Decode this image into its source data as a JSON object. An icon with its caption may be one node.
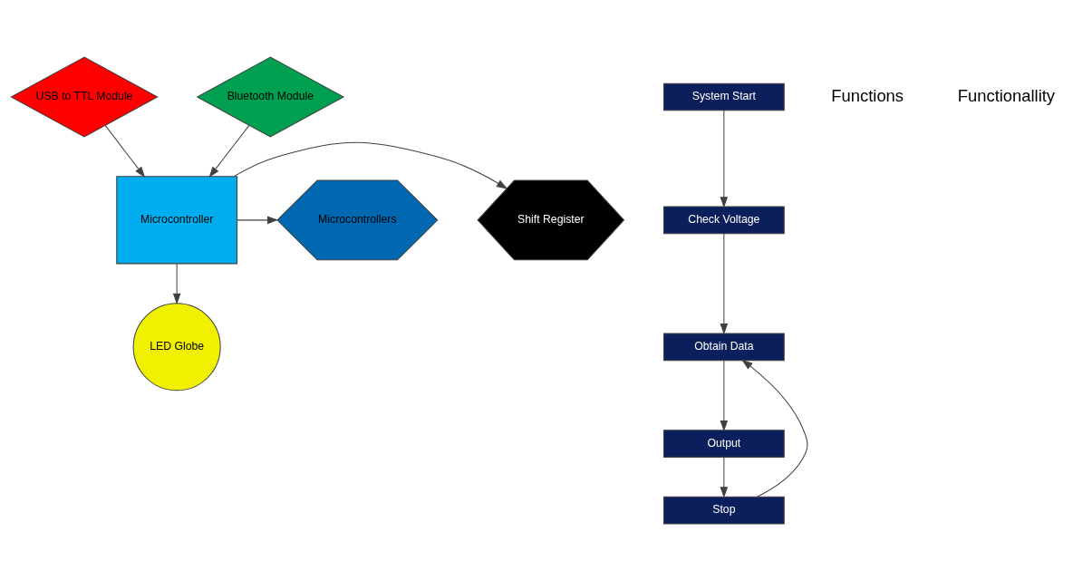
{
  "diagram": {
    "nodes": [
      {
        "text": [
          "USB to TTL Module"
        ]
      },
      {
        "text": [
          "Bluetooth Module"
        ]
      },
      {
        "text": [
          "Shift Register"
        ]
      },
      {
        "text": [
          "Microcontroller"
        ]
      },
      {
        "text": [
          "Microcontrollers"
        ]
      },
      {
        "text": [
          "LED Globe"
        ]
      },
      {
        "text": [
          "System Start"
        ]
      },
      {
        "text": [
          "Check Voltage"
        ]
      },
      {
        "text": [
          "Obtain Data"
        ]
      },
      {
        "text": [
          "Output"
        ]
      },
      {
        "text": [
          "Stop"
        ]
      }
    ],
    "edges": [
      {
        "from": 0,
        "to": 3,
        "arrow": "to"
      },
      {
        "from": 1,
        "to": 3,
        "arrow": "to"
      },
      {
        "from": 3,
        "to": 2,
        "arrow": "to"
      },
      {
        "from": 3,
        "to": 4,
        "arrow": "to"
      },
      {
        "from": 3,
        "to": 5,
        "arrow": "to"
      },
      {
        "from": 6,
        "to": 7,
        "arrow": "to"
      },
      {
        "from": 7,
        "to": 8,
        "arrow": "to"
      },
      {
        "from": 8,
        "to": 9,
        "arrow": "to"
      },
      {
        "from": 9,
        "to": 10,
        "arrow": "to"
      },
      {
        "from": 10,
        "to": 8,
        "arrow": "to"
      }
    ],
    "labels": [
      "Functions",
      "Functionallity"
    ]
  }
}
